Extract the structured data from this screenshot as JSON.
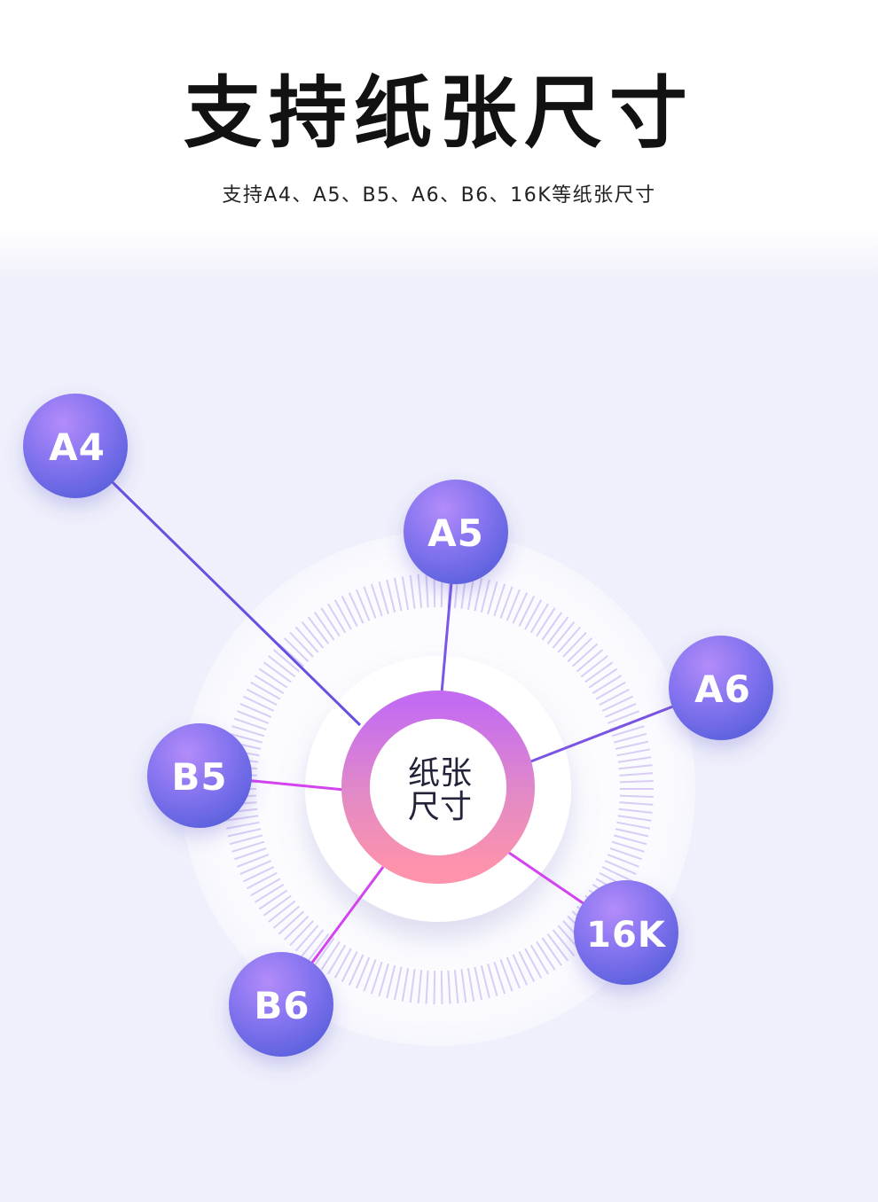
{
  "header": {
    "title": "支持纸张尺寸",
    "subtitle": "支持A4、A5、B5、A6、B6、16K等纸张尺寸"
  },
  "diagram": {
    "center": {
      "line1": "纸张",
      "line2": "尺寸"
    },
    "nodes": [
      {
        "id": "a4",
        "label": "A4"
      },
      {
        "id": "a5",
        "label": "A5"
      },
      {
        "id": "a6",
        "label": "A6"
      },
      {
        "id": "b5",
        "label": "B5"
      },
      {
        "id": "16k",
        "label": "16K"
      },
      {
        "id": "b6",
        "label": "B6"
      }
    ]
  },
  "colors": {
    "node_top": "#a67ef7",
    "node_bottom": "#5a60dc",
    "ring_top": "#c46cf1",
    "ring_bottom": "#fe93ab",
    "stage_background": "#eef0fb",
    "title": "#121212"
  }
}
